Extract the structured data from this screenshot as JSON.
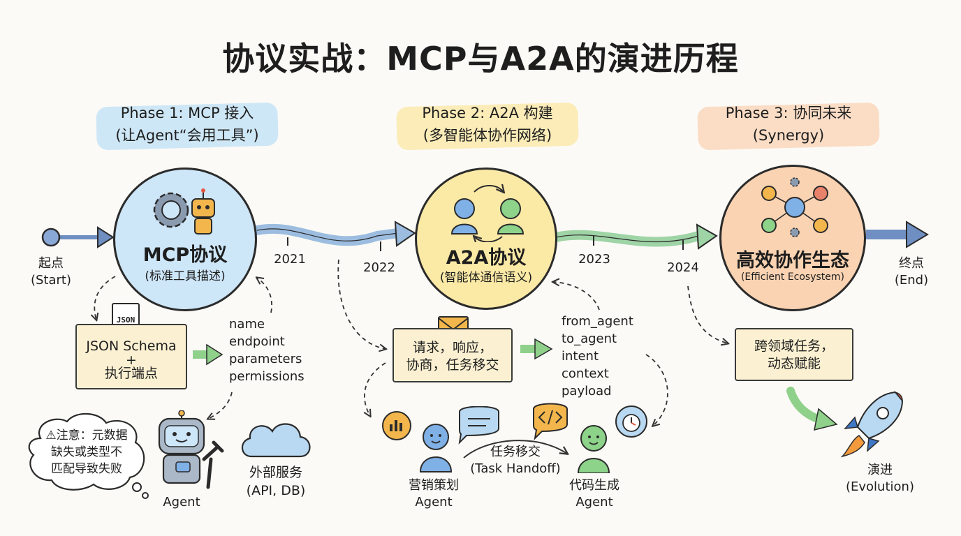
{
  "title": "协议实战：MCP与A2A的演进历程",
  "phases": [
    {
      "line1": "Phase 1: MCP 接入",
      "line2": "(让Agent“会用工具”)"
    },
    {
      "line1": "Phase 2: A2A 构建",
      "line2": "(多智能体协作网络)"
    },
    {
      "line1": "Phase 3: 协同未来",
      "line2": "(Synergy)"
    }
  ],
  "circles": {
    "mcp": {
      "title": "MCP协议",
      "sub": "(标准工具描述)"
    },
    "a2a": {
      "title": "A2A协议",
      "sub": "(智能体通信语义)"
    },
    "eco": {
      "title": "高效协作生态",
      "sub": "(Efficient Ecosystem)"
    }
  },
  "start": {
    "label": "起点",
    "sub": "(Start)"
  },
  "end": {
    "label": "终点",
    "sub": "(End)"
  },
  "years": [
    "2021",
    "2022",
    "2023",
    "2024"
  ],
  "mcp_section": {
    "file_tag": "JSON",
    "box_line1": "JSON Schema",
    "box_line2": "+",
    "box_line3": "执行端点",
    "fields": [
      "name",
      "endpoint",
      "parameters",
      "permissions"
    ],
    "warning_line1": "⚠注意：元数据",
    "warning_line2": "缺失或类型不",
    "warning_line3": "匹配导致失败",
    "agent_label": "Agent",
    "service_label": "外部服务",
    "service_sub": "(API, DB)"
  },
  "a2a_section": {
    "box_line1": "请求，响应，",
    "box_line2": "协商，任务移交",
    "fields": [
      "from_agent",
      "to_agent",
      "intent",
      "context",
      "payload"
    ],
    "marketing_label": "营销策划",
    "marketing_sub": "Agent",
    "code_label": "代码生成",
    "code_sub": "Agent",
    "handoff_label": "任务移交",
    "handoff_sub": "(Task Handoff)"
  },
  "eco_section": {
    "box_line1": "跨领域任务，",
    "box_line2": "动态赋能",
    "evolution_label": "演进",
    "evolution_sub": "(Evolution)"
  },
  "colors": {
    "phase1": "#bfe0f5",
    "phase2": "#fbe7a3",
    "phase3": "#fbd3b6",
    "mcp_circle": "#cde6f8",
    "a2a_circle": "#fbe9a6",
    "eco_circle": "#fad3b2",
    "box_fill": "#fbf1d2",
    "arrow_green": "#8fd08a",
    "timeline_blue": "#9cbde0"
  }
}
